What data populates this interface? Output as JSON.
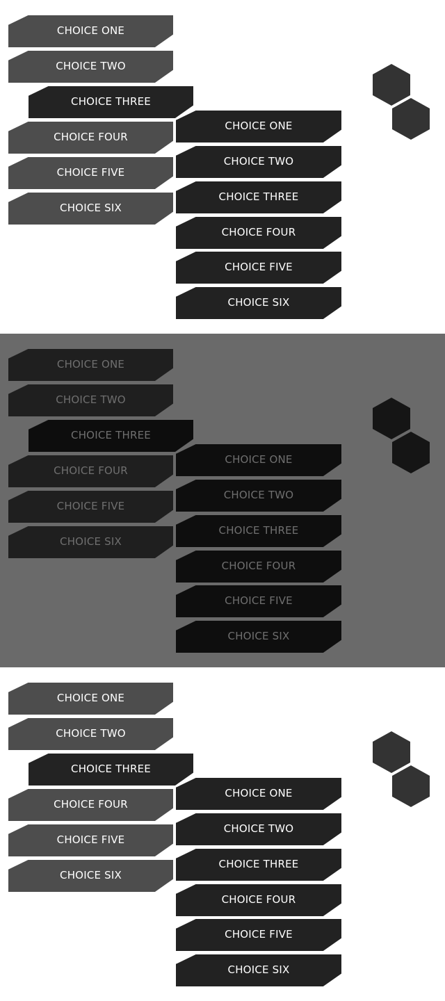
{
  "panels": [
    {
      "state": "normal",
      "main_menu": [
        "CHOICE ONE",
        "CHOICE TWO",
        "CHOICE THREE",
        "CHOICE FOUR",
        "CHOICE FIVE",
        "CHOICE SIX"
      ],
      "selected_index": 2,
      "sub_menu": [
        "CHOICE ONE",
        "CHOICE TWO",
        "CHOICE THREE",
        "CHOICE FOUR",
        "CHOICE FIVE",
        "CHOICE SIX"
      ]
    },
    {
      "state": "dimmed",
      "main_menu": [
        "CHOICE ONE",
        "CHOICE TWO",
        "CHOICE THREE",
        "CHOICE FOUR",
        "CHOICE FIVE",
        "CHOICE SIX"
      ],
      "selected_index": 2,
      "sub_menu": [
        "CHOICE ONE",
        "CHOICE TWO",
        "CHOICE THREE",
        "CHOICE FOUR",
        "CHOICE FIVE",
        "CHOICE SIX"
      ]
    },
    {
      "state": "normal",
      "main_menu": [
        "CHOICE ONE",
        "CHOICE TWO",
        "CHOICE THREE",
        "CHOICE FOUR",
        "CHOICE FIVE",
        "CHOICE SIX"
      ],
      "selected_index": 2,
      "sub_menu": [
        "CHOICE ONE",
        "CHOICE TWO",
        "CHOICE THREE",
        "CHOICE FOUR",
        "CHOICE FIVE",
        "CHOICE SIX"
      ]
    }
  ],
  "colors": {
    "main_button": "#4d4d4d",
    "selected_button": "#232323",
    "sub_button": "#222222",
    "text": "#ffffff",
    "hex_icon": "#333333",
    "dim_overlay": "#6a6a6a"
  },
  "icons": [
    "hexagon-icon",
    "hexagon-icon"
  ]
}
